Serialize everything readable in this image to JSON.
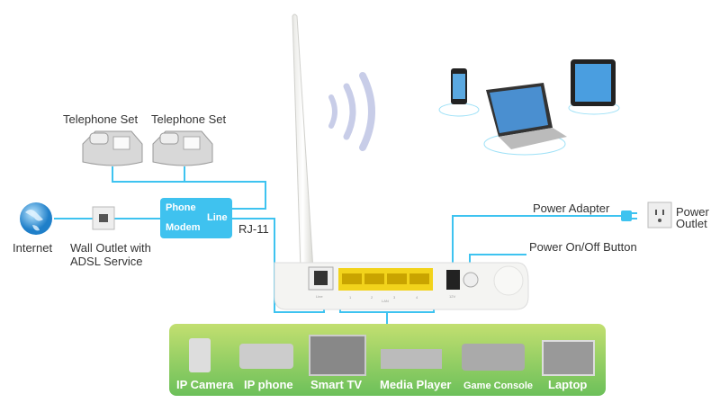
{
  "labels": {
    "telephone_1": "Telephone Set",
    "telephone_2": "Telephone Set",
    "internet": "Internet",
    "wall_outlet_line1": "Wall Outlet with",
    "wall_outlet_line2": "ADSL Service",
    "modem_phone": "Phone",
    "modem_modem": "Modem",
    "modem_line": "Line",
    "rj11": "RJ-11",
    "power_adapter": "Power Adapter",
    "power_outlet_line1": "Power",
    "power_outlet_line2": "Outlet",
    "power_button": "Power On/Off Button"
  },
  "router_labels": {
    "line": "Line",
    "lan": "LAN",
    "ports": [
      "1",
      "2",
      "3",
      "4"
    ],
    "dc": "12V"
  },
  "devices": [
    "IP Camera",
    "IP phone",
    "Smart TV",
    "Media Player",
    "Game Console",
    "Laptop"
  ],
  "colors": {
    "connector": "#3ec3f0",
    "lan_ports": "#f2d31b",
    "device_panel_top": "#c2df70",
    "device_panel_bottom": "#6cc05a"
  }
}
